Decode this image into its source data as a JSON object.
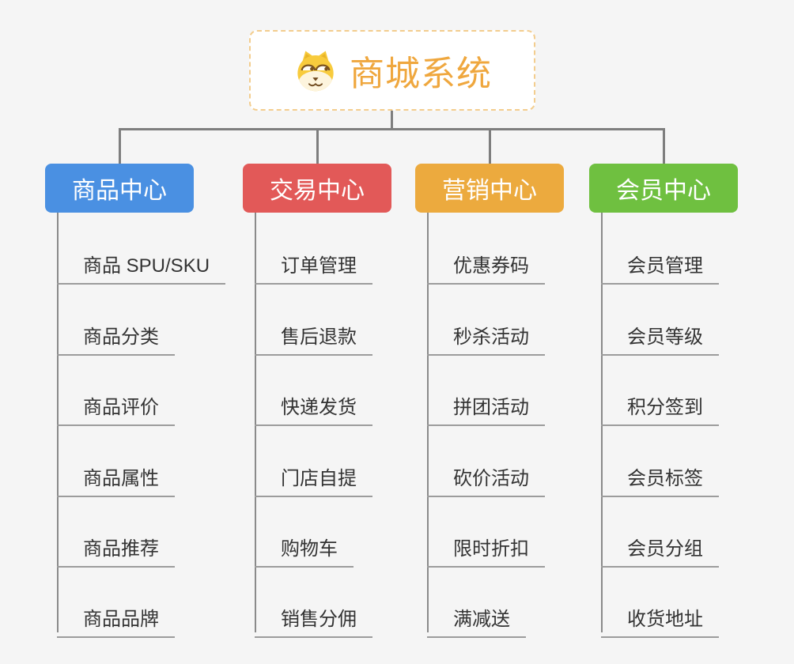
{
  "root": {
    "title": "商城系统",
    "icon": "dog-face-icon",
    "title_color": "#efa73e",
    "border_color": "#f3cd8e"
  },
  "branches": [
    {
      "label": "商品中心",
      "color": "#4a90e2",
      "items": [
        "商品 SPU/SKU",
        "商品分类",
        "商品评价",
        "商品属性",
        "商品推荐",
        "商品品牌"
      ]
    },
    {
      "label": "交易中心",
      "color": "#e25958",
      "items": [
        "订单管理",
        "售后退款",
        "快递发货",
        "门店自提",
        "购物车",
        "销售分佣"
      ]
    },
    {
      "label": "营销中心",
      "color": "#ecaa3e",
      "items": [
        "优惠券码",
        "秒杀活动",
        "拼团活动",
        "砍价活动",
        "限时折扣",
        "满减送"
      ]
    },
    {
      "label": "会员中心",
      "color": "#6fc040",
      "items": [
        "会员管理",
        "会员等级",
        "积分签到",
        "会员标签",
        "会员分组",
        "收货地址"
      ]
    }
  ],
  "connector_color": "#7e7e7e",
  "underline_color": "#9c9c9c",
  "background_color": "#f5f5f5"
}
